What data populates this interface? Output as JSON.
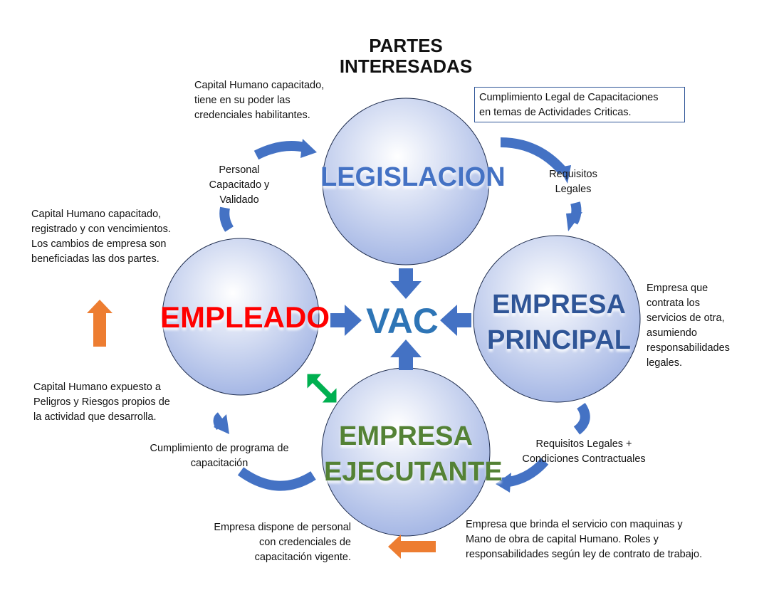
{
  "title": {
    "line1": "PARTES",
    "line2": "INTERESADAS"
  },
  "nodes": {
    "legislacion": "LEGISLACION",
    "empleado": "EMPLEADO",
    "principal_1": "EMPRESA",
    "principal_2": "PRINCIPAL",
    "ejecutante_1": "EMPRESA",
    "ejecutante_2": "EJECUTANTE",
    "center": "VAC"
  },
  "notes": {
    "top_left": [
      "Capital Humano capacitado,",
      "tiene en su poder las",
      "credenciales habilitantes."
    ],
    "top_right_box": [
      "Cumplimiento Legal de Capacitaciones",
      "en temas de Actividades Criticas."
    ],
    "personal": [
      "Personal",
      "Capacitado y",
      "Validado"
    ],
    "requisitos": [
      "Requisitos",
      "Legales"
    ],
    "left": [
      "Capital Humano capacitado,",
      "registrado y con vencimientos.",
      "Los cambios de empresa son",
      "beneficiadas las dos partes."
    ],
    "right": [
      "Empresa que",
      "contrata los",
      "servicios de otra,",
      "asumiendo",
      "responsabilidades",
      "legales."
    ],
    "bottom_left": [
      "Capital Humano expuesto a",
      "Peligros y Riesgos propios de",
      "la actividad que desarrolla."
    ],
    "programa": [
      "Cumplimiento de programa de",
      "capacitación"
    ],
    "contractuales": [
      "Requisitos Legales +",
      "Condiciones Contractuales"
    ],
    "dispone": [
      "Empresa dispone de personal",
      "con credenciales de",
      "capacitación vigente."
    ],
    "brinda": [
      "Empresa que brinda el servicio con maquinas y",
      "Mano de obra de capital Humano. Roles y",
      "responsabilidades según ley de contrato de trabajo."
    ]
  },
  "colors": {
    "arrow_blue": "#4472c4",
    "orange": "#ed7d31",
    "green": "#00b050",
    "vac": "#2e75b6",
    "empleado": "#ff0000",
    "principal": "#2f5597",
    "ejecutante": "#548235",
    "legislacion": "#4472c4"
  }
}
